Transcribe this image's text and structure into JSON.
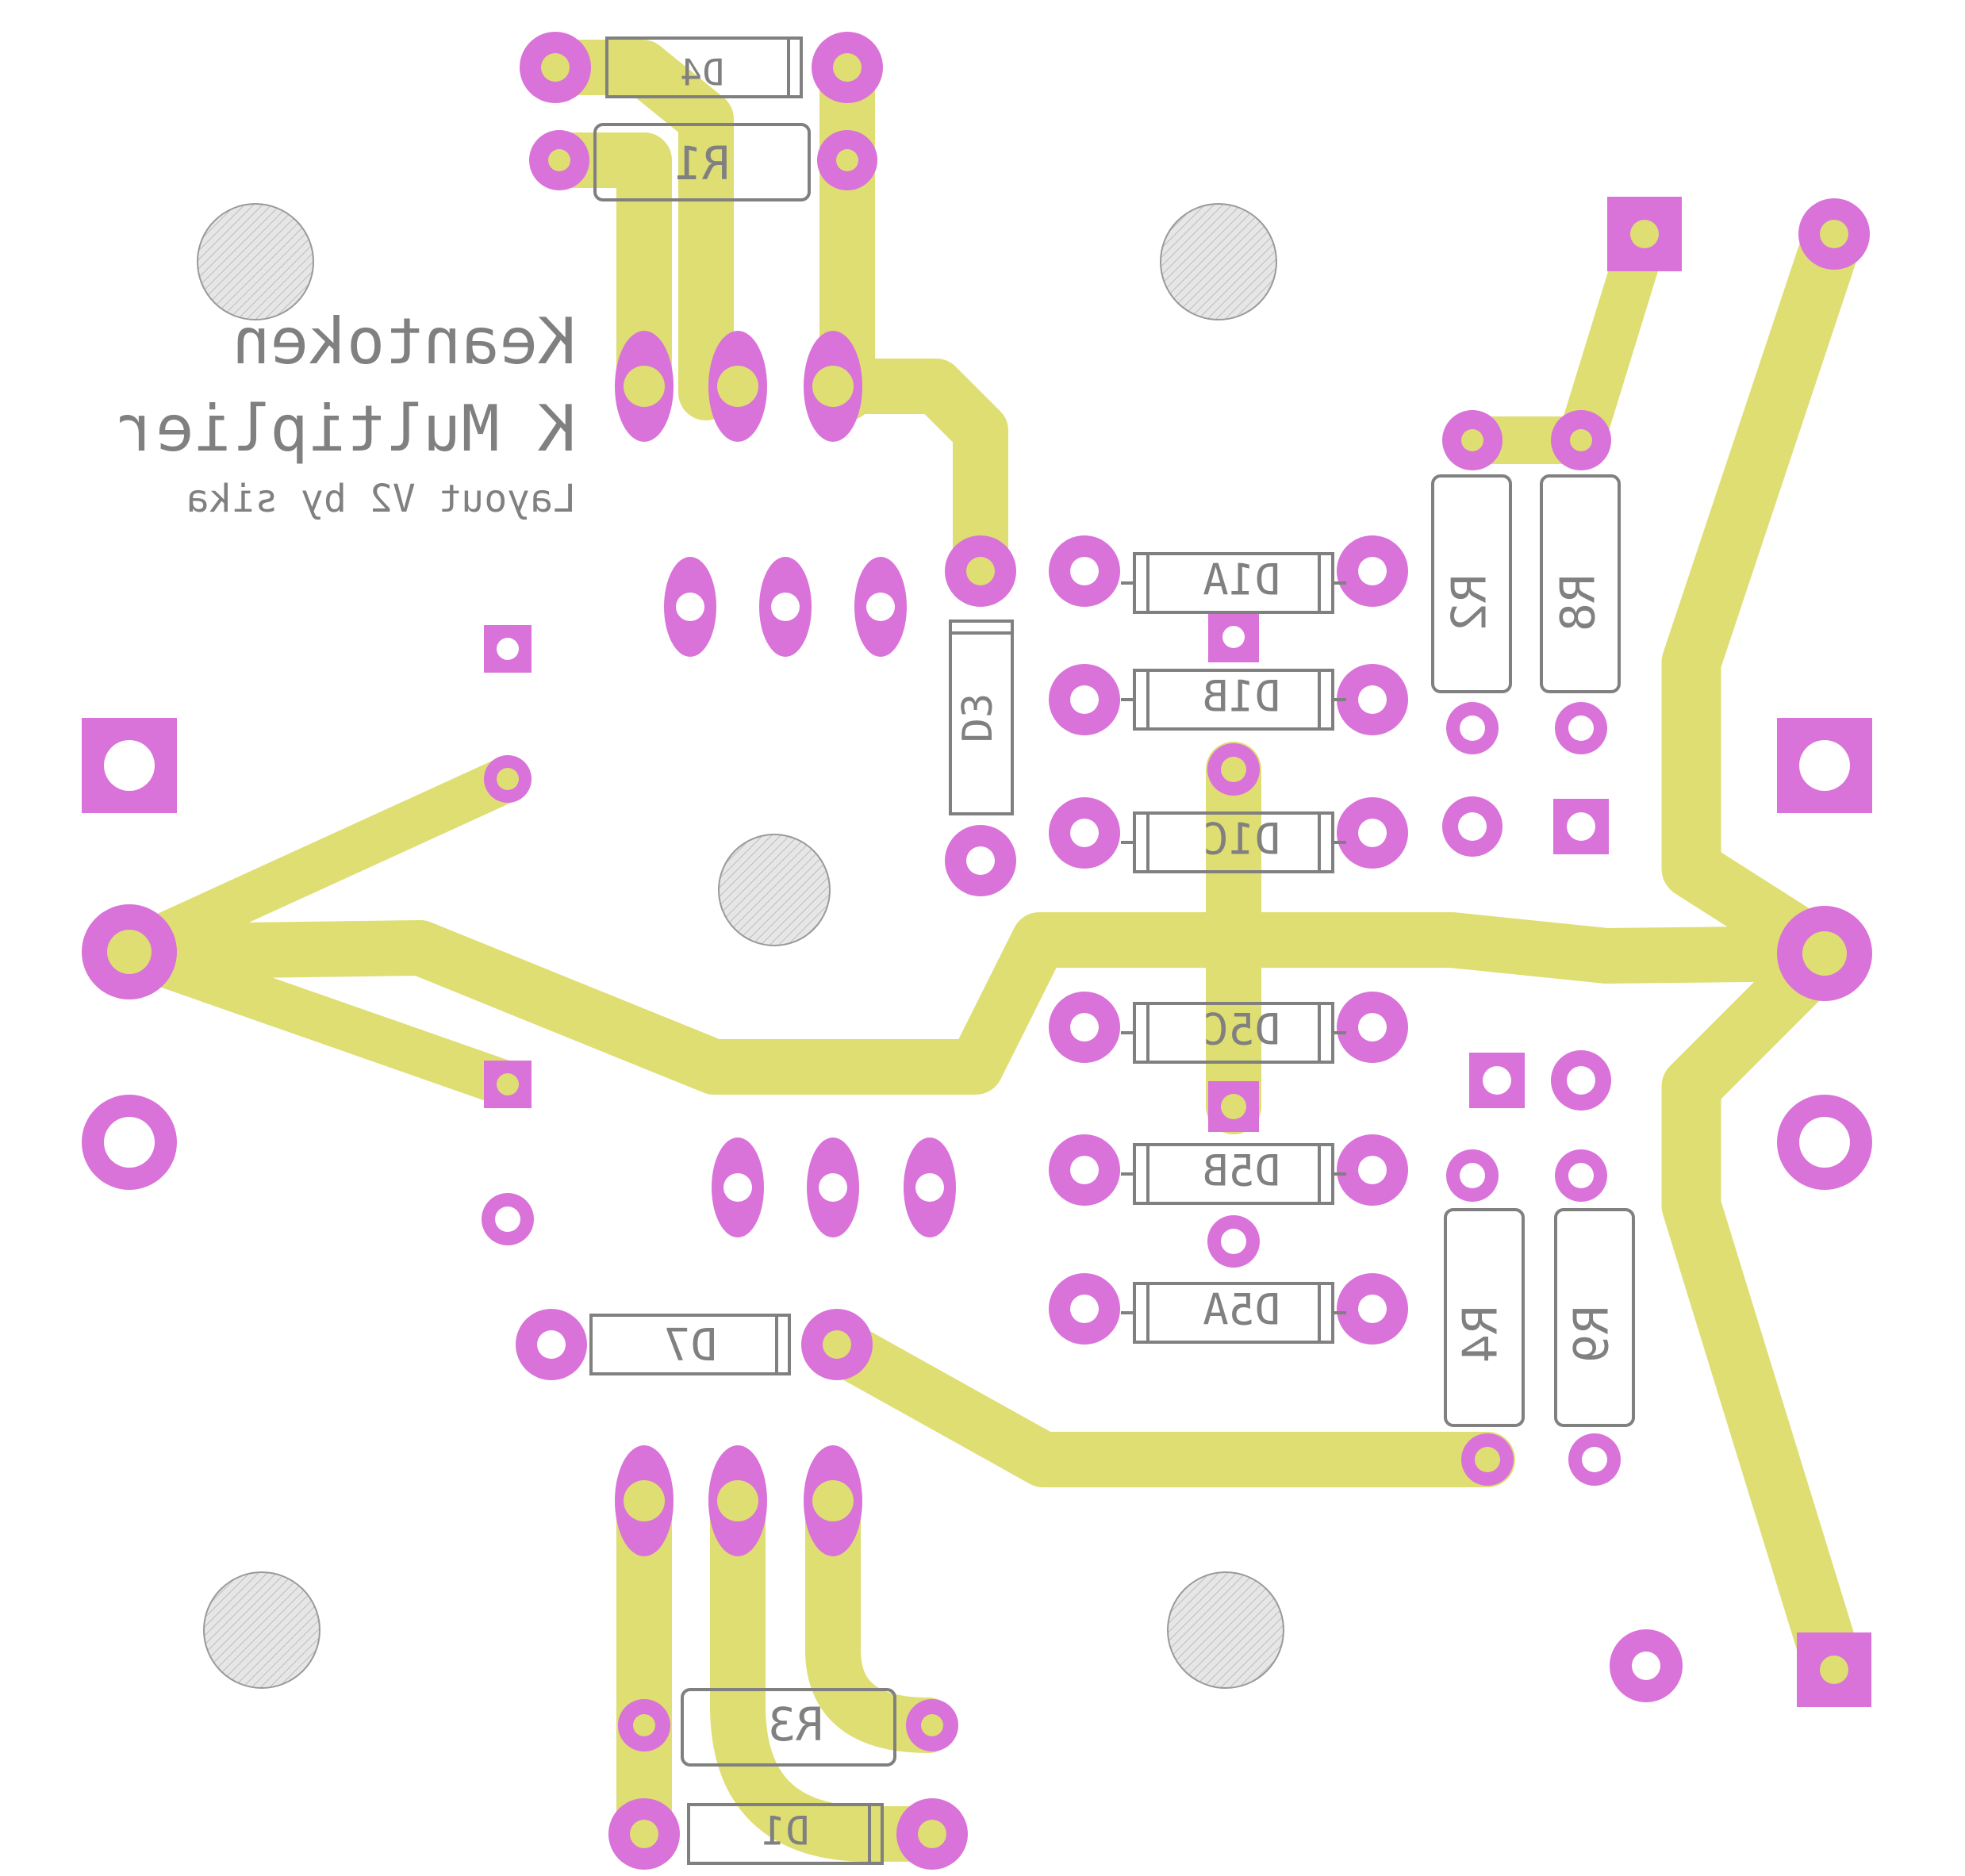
{
  "colors": {
    "copper": "#dede73",
    "pad": "#d972d9",
    "drill": "#ffffff",
    "silkscreen": "#808080",
    "mounting_hole": "#d6d6d6",
    "background": "#ffffff"
  },
  "title": {
    "line1": "Keantoken",
    "line2": "K Multiplier",
    "line3": "Layout V2 by sika"
  },
  "labels": {
    "D4": "D4",
    "R1": "R1",
    "D3": "D3",
    "D1A": "D1A",
    "D1B": "D1B",
    "D1C": "D1C",
    "D5C": "D5C",
    "D5B": "D5B",
    "D5A": "D5A",
    "D7": "D7",
    "R3": "R3",
    "D1": "D1",
    "R2": "R2",
    "R8": "R8",
    "R4": "R4",
    "R9": "R9"
  }
}
